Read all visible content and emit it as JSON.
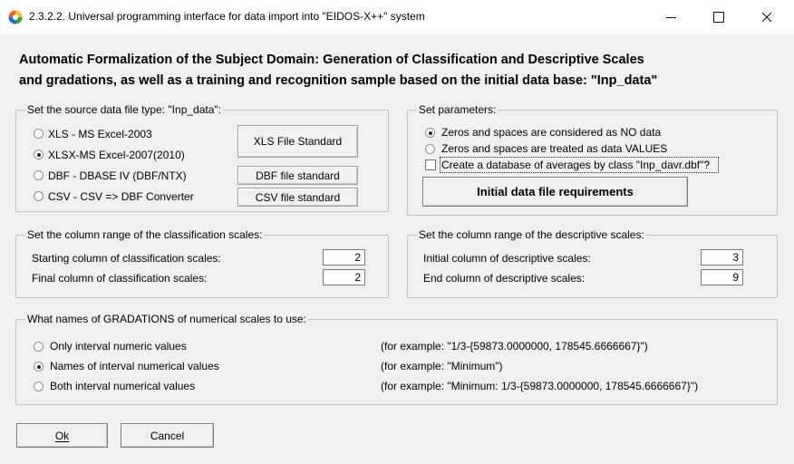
{
  "window": {
    "title": "2.3.2.2. Universal programming interface for data import into \"EIDOS-X++\" system",
    "close_glyph": "✕"
  },
  "heading": {
    "line1": "Automatic Formalization of the Subject Domain: Generation of Classification and Descriptive Scales",
    "line2": "and gradations, as well as a training and recognition sample based on the initial data base: \"Inp_data\""
  },
  "source_type": {
    "legend": "Set the source data file type: \"Inp_data\":",
    "options": [
      {
        "label": "XLS - MS Excel-2003",
        "selected": false
      },
      {
        "label": "XLSX-MS Excel-2007(2010)",
        "selected": true
      },
      {
        "label": "DBF - DBASE IV (DBF/NTX)",
        "selected": false
      },
      {
        "label": "CSV - CSV => DBF Converter",
        "selected": false
      }
    ],
    "buttons": {
      "xls": "XLS File Standard",
      "dbf": "DBF file standard",
      "csv": "CSV file standard"
    }
  },
  "parameters": {
    "legend": "Set parameters:",
    "options": [
      {
        "label": "Zeros and spaces are considered as NO data",
        "selected": true
      },
      {
        "label": "Zeros and spaces are treated as data VALUES",
        "selected": false
      }
    ],
    "averages_checkbox": {
      "label": "Create a database of averages by class \"Inp_davr.dbf\"?",
      "checked": false
    },
    "requirements_button": "Initial data file requirements"
  },
  "classification": {
    "legend": "Set the column range of the classification scales:",
    "start_label": "Starting column of classification scales:",
    "start_value": "2",
    "end_label": "Final column of classification scales:",
    "end_value": "2"
  },
  "descriptive": {
    "legend": "Set the column range of the descriptive scales:",
    "start_label": "Initial column of descriptive scales:",
    "start_value": "3",
    "end_label": "End column of descriptive scales:",
    "end_value": "9"
  },
  "gradations": {
    "legend": "What names of GRADATIONS of numerical scales to use:",
    "options": [
      {
        "label": "Only interval numeric values",
        "example": "(for example: \"1/3-{59873.0000000, 178545.6666667}\")",
        "selected": false
      },
      {
        "label": "Names of interval numerical values",
        "example": "(for example: \"Minimum\")",
        "selected": true
      },
      {
        "label": "Both interval numerical values",
        "example": "(for example: \"Minimum: 1/3-{59873.0000000, 178545.6666667}\")",
        "selected": false
      }
    ]
  },
  "footer": {
    "ok": "Ok",
    "cancel": "Cancel"
  }
}
